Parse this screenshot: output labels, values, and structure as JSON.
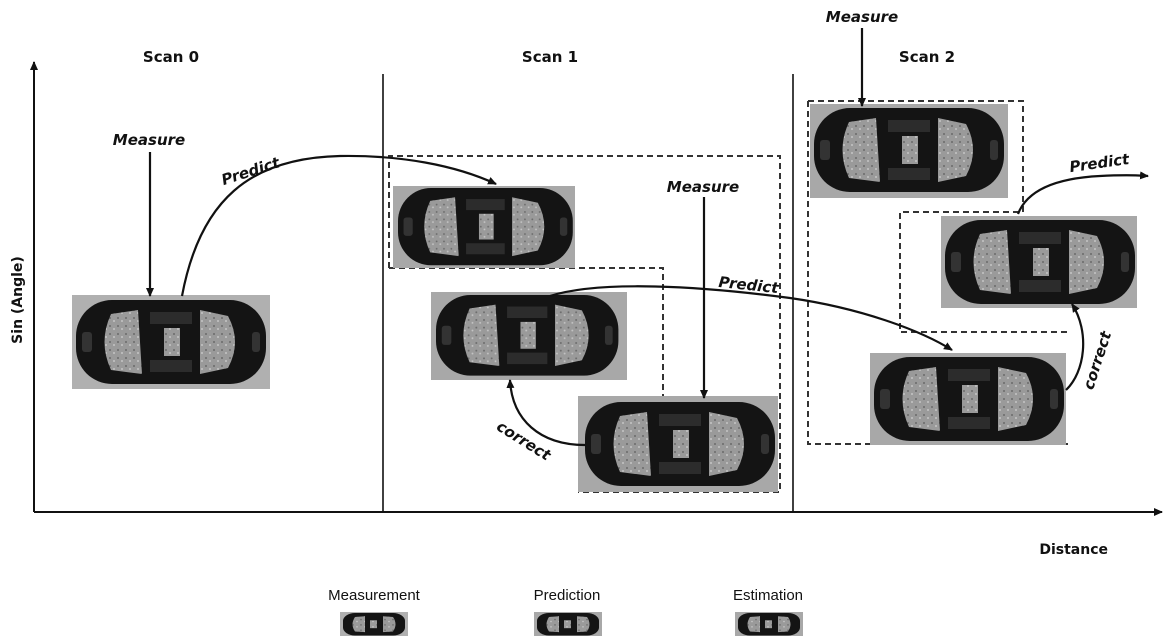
{
  "axes": {
    "y_label": "Sin (Angle)",
    "x_label": "Distance"
  },
  "scans": [
    {
      "title": "Scan 0"
    },
    {
      "title": "Scan 1"
    },
    {
      "title": "Scan 2"
    }
  ],
  "annotations": {
    "scan0_measure": "Measure",
    "scan0_predict": "Predict",
    "scan1_measure": "Measure",
    "scan1_predict": "Predict",
    "scan1_correct": "correct",
    "scan2_measure": "Measure",
    "scan2_predict": "Predict",
    "scan2_correct": "correct"
  },
  "legend": {
    "measurement": "Measurement",
    "prediction": "Prediction",
    "estimation": "Estimation"
  }
}
